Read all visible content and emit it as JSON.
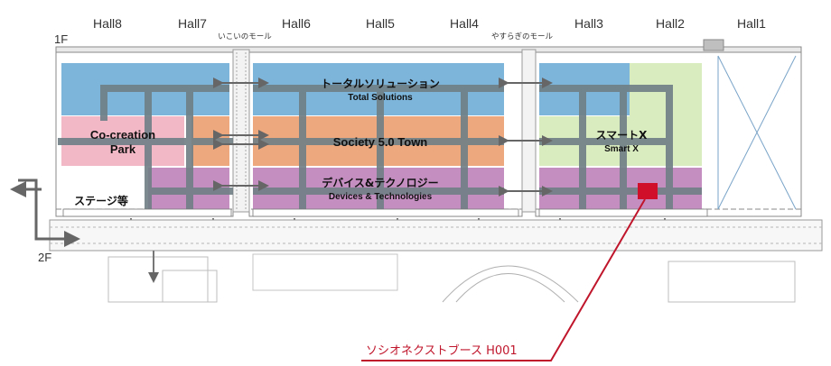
{
  "floors": {
    "upper": "1F",
    "lower": "2F"
  },
  "halls": [
    "Hall8",
    "Hall7",
    "Hall6",
    "Hall5",
    "Hall4",
    "Hall3",
    "Hall2",
    "Hall1"
  ],
  "corridors": {
    "west": "いこいのモール",
    "east": "やすらぎのモール"
  },
  "zones": {
    "total": {
      "jp": "トータルソリューション",
      "en": "Total Solutions"
    },
    "society": {
      "name": "Society 5.0 Town"
    },
    "devices": {
      "jp": "デバイス&テクノロジー",
      "en": "Devices & Technologies"
    },
    "smart": {
      "jp": "スマートX",
      "en": "Smart X"
    },
    "cocreation": {
      "line1": "Co-creation",
      "line2": "Park"
    },
    "stage": {
      "label": "ステージ等"
    }
  },
  "booth": {
    "label": "ソシオネクストブース H001"
  },
  "colors": {
    "blue": "#7cb4da",
    "orange": "#eda87e",
    "purple": "#c58ec1",
    "pink": "#f3b8c6",
    "green": "#d9ecbf",
    "aisle": "#6f7f86",
    "booth": "#d0102a"
  },
  "icons": [
    "arrow-icon"
  ]
}
